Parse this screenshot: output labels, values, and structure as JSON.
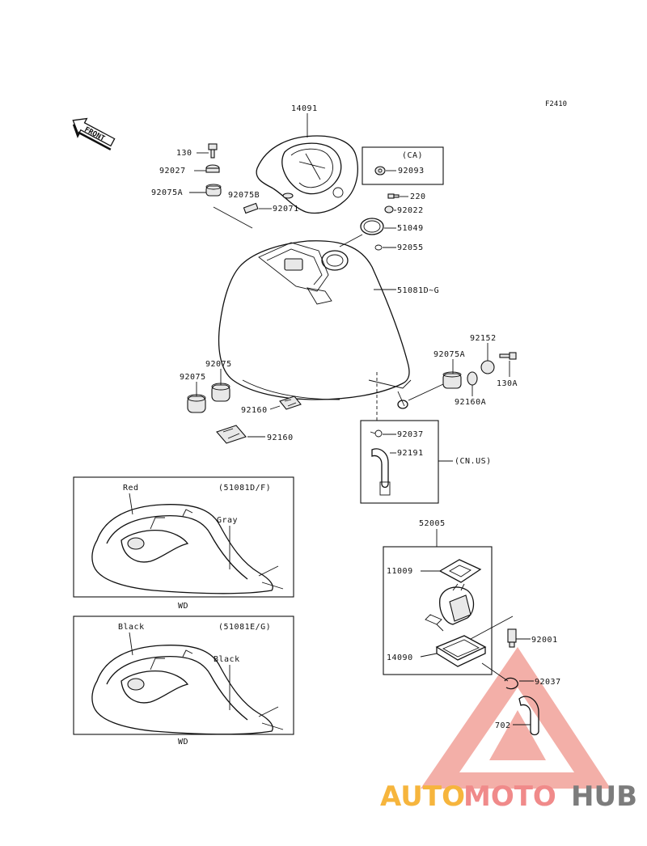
{
  "figure_code": "F2410",
  "front_label": "FRONT",
  "parts": {
    "p14091": "14091",
    "p130": "130",
    "p92027": "92027",
    "p92075A_top": "92075A",
    "p92075B": "92075B",
    "p92071": "92071",
    "p92093": "92093",
    "p220": "220",
    "p92022": "92022",
    "p51049": "51049",
    "p92055": "92055",
    "p51081": "51081D~G",
    "p92152": "92152",
    "p92075A_right": "92075A",
    "p130A": "130A",
    "p92160A": "92160A",
    "p92075_a": "92075",
    "p92075_b": "92075",
    "p92160_a": "92160",
    "p92160_b": "92160",
    "p92037_top": "92037",
    "p92191": "92191",
    "p52005": "52005",
    "p11009": "11009",
    "p14090": "14090",
    "p92001": "92001",
    "p92037_bottom": "92037",
    "p702": "702"
  },
  "regions": {
    "ca": "(CA)",
    "cnus": "(CN.US)"
  },
  "inset1": {
    "color_a": "Red",
    "color_b": "Gray",
    "code": "(51081D/F)",
    "caption": "WD"
  },
  "inset2": {
    "color_a": "Black",
    "color_b": "Black",
    "code": "(51081E/G)",
    "caption": "WD"
  },
  "watermark": {
    "part1": "AUTO",
    "part2": "MOTO",
    "part3": "HUB",
    "color1": "#f6b53d",
    "color2": "#f08a8a",
    "color3": "#7c7c7c",
    "triangle_color": "#f2a29a"
  }
}
